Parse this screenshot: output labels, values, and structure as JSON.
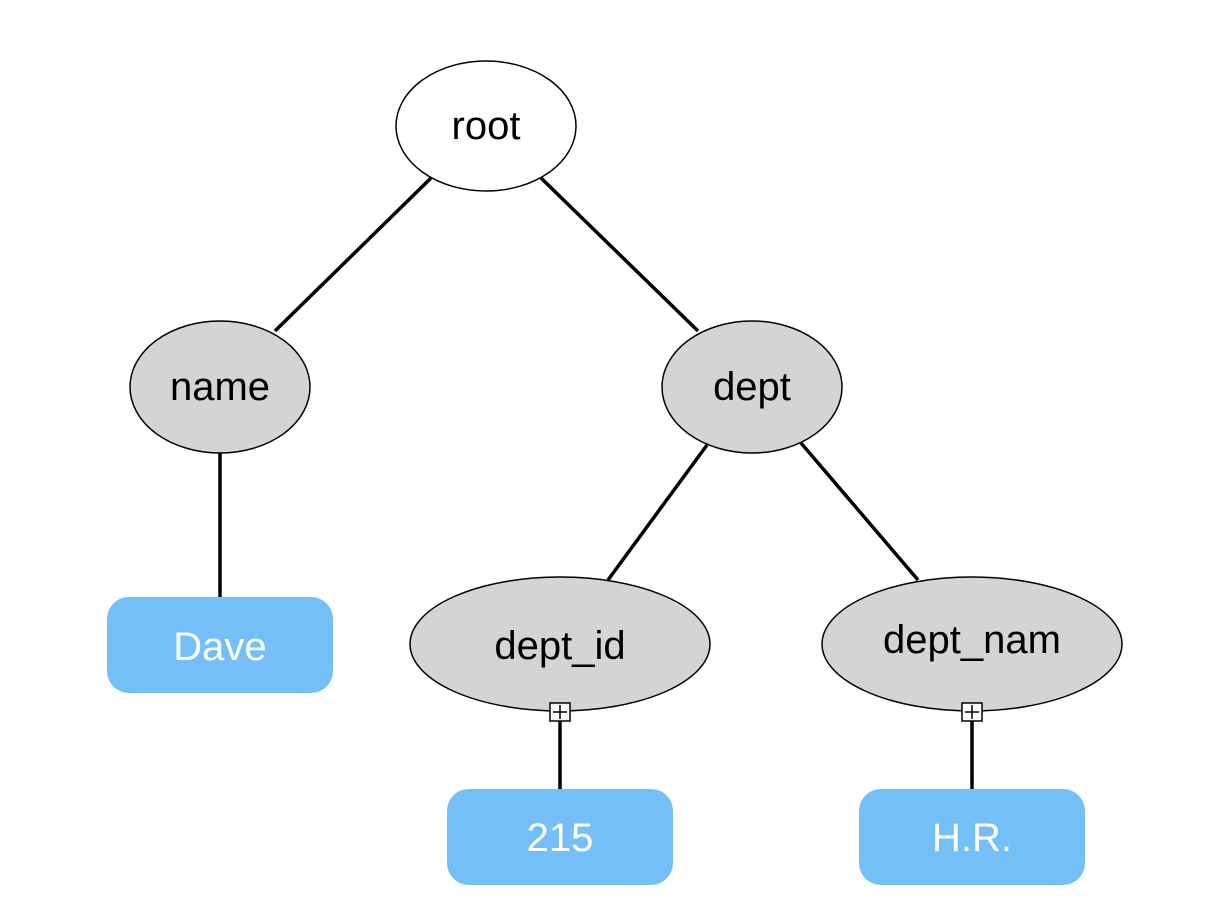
{
  "colors": {
    "root_fill": "#ffffff",
    "inner_node_fill": "#d4d4d4",
    "leaf_fill": "#74bff8",
    "leaf_text": "#ffffff",
    "edge": "#000000"
  },
  "nodes": {
    "root": {
      "label": "root"
    },
    "name": {
      "label": "name"
    },
    "dept": {
      "label": "dept"
    },
    "dept_id": {
      "label": "dept_id"
    },
    "dept_nam": {
      "label": "dept_nam"
    }
  },
  "leaves": {
    "dave": {
      "label": "Dave"
    },
    "id_value": {
      "label": "215"
    },
    "name_value": {
      "label": "H.R."
    }
  },
  "edges": [
    {
      "from": "root",
      "to": "name"
    },
    {
      "from": "root",
      "to": "dept"
    },
    {
      "from": "name",
      "to": "dave"
    },
    {
      "from": "dept",
      "to": "dept_id"
    },
    {
      "from": "dept",
      "to": "dept_nam"
    },
    {
      "from": "dept_id",
      "to": "id_value"
    },
    {
      "from": "dept_nam",
      "to": "name_value"
    }
  ]
}
